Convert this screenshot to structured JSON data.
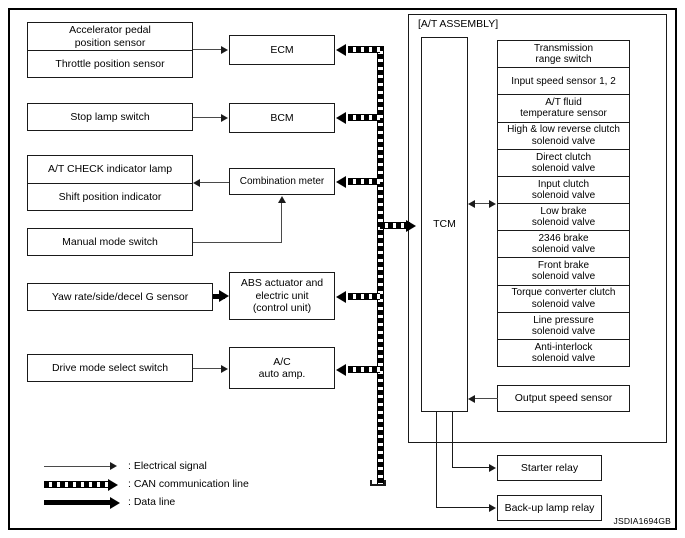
{
  "diagram": {
    "reference_code": "JSDIA1694GB",
    "assembly_label": "[A/T ASSEMBLY]",
    "tcm_label": "TCM"
  },
  "left_inputs": [
    {
      "name": "accelerator-throttle",
      "lines": [
        "Accelerator pedal",
        "position sensor"
      ]
    },
    {
      "name": "throttle",
      "lines": [
        "Throttle position sensor"
      ]
    },
    {
      "name": "stop-lamp-switch",
      "lines": [
        "Stop lamp switch"
      ]
    },
    {
      "name": "at-check-indicator-lamp",
      "lines": [
        "A/T CHECK indicator lamp"
      ]
    },
    {
      "name": "shift-position-indicator",
      "lines": [
        "Shift position indicator"
      ]
    },
    {
      "name": "manual-mode-switch",
      "lines": [
        "Manual mode switch"
      ]
    },
    {
      "name": "yaw-rate-sensor",
      "lines": [
        "Yaw rate/side/decel G sensor"
      ]
    },
    {
      "name": "drive-mode-select-switch",
      "lines": [
        "Drive mode select switch"
      ]
    }
  ],
  "modules": {
    "ecm": "ECM",
    "bcm": "BCM",
    "combination_meter": "Combination meter",
    "abs": [
      "ABS actuator and",
      "electric unit",
      "(control unit)"
    ],
    "ac_amp": [
      "A/C",
      "auto amp."
    ]
  },
  "at_components": [
    [
      "Transmission",
      "range switch"
    ],
    [
      "Input speed sensor 1, 2"
    ],
    [
      "A/T fluid",
      "temperature sensor"
    ],
    [
      "High & low reverse clutch",
      "solenoid valve"
    ],
    [
      "Direct clutch",
      "solenoid valve"
    ],
    [
      "Input clutch",
      "solenoid valve"
    ],
    [
      "Low brake",
      "solenoid valve"
    ],
    [
      "2346 brake",
      "solenoid valve"
    ],
    [
      "Front brake",
      "solenoid valve"
    ],
    [
      "Torque converter clutch",
      "solenoid valve"
    ],
    [
      "Line pressure",
      "solenoid valve"
    ],
    [
      "Anti-interlock",
      "solenoid valve"
    ]
  ],
  "right_outputs": [
    {
      "name": "output-speed-sensor",
      "label": "Output speed sensor"
    },
    {
      "name": "starter-relay",
      "label": "Starter relay"
    },
    {
      "name": "backup-lamp-relay",
      "label": "Back-up lamp relay"
    }
  ],
  "legend": [
    {
      "style": "thin",
      "label": ": Electrical signal"
    },
    {
      "style": "can",
      "label": ": CAN communication line"
    },
    {
      "style": "thick",
      "label": ": Data line"
    }
  ],
  "colors": {
    "line": "#1a1a1a",
    "thin_line": "#4a4a4a",
    "background": "#ffffff"
  }
}
